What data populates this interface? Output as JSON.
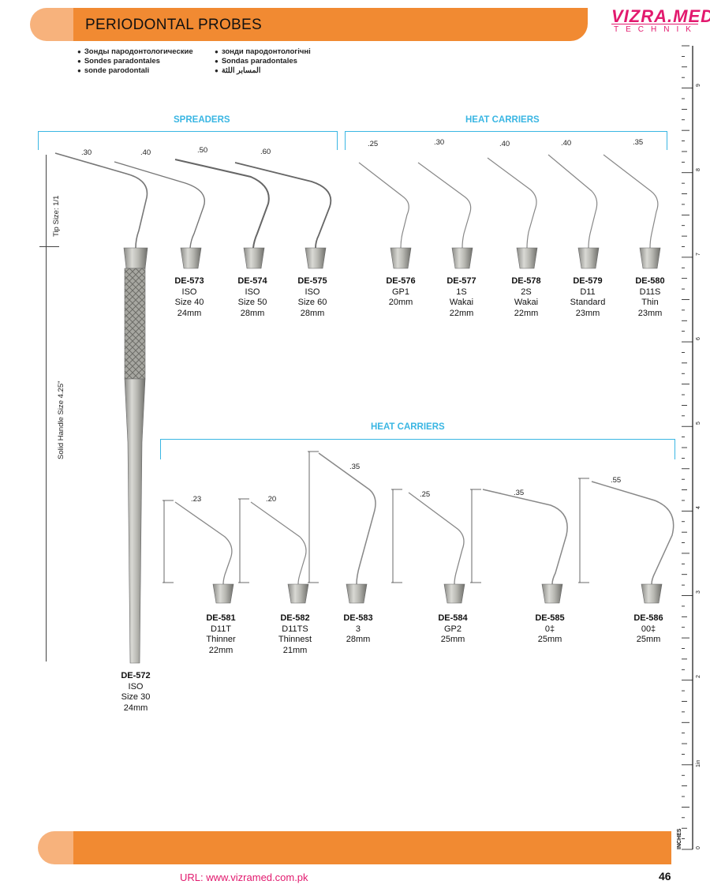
{
  "header": {
    "title": "PERIODONTAL PROBES",
    "logo_main": "VIZRA.MED",
    "logo_sub": "TECHNIK"
  },
  "translations": {
    "col1": [
      "Зонды пародонтологические",
      "Sondes paradontales",
      "sonde parodontali"
    ],
    "col2": [
      "зонди пародонтологічні",
      "Sondas paradontales",
      "المسابر اللثة"
    ]
  },
  "sections": {
    "spreaders": "SPREADERS",
    "heat_carriers_top": "HEAT CARRIERS",
    "heat_carriers_bottom": "HEAT CARRIERS"
  },
  "side_labels": {
    "tip_size": "Tip Size: 1/1",
    "handle_size": "Solid Handle Size 4.25\""
  },
  "handle_item": {
    "code": "DE-572",
    "lines": [
      "ISO",
      "Size 30",
      "24mm"
    ],
    "tip": ".30"
  },
  "spreaders": [
    {
      "code": "DE-573",
      "lines": [
        "ISO",
        "Size 40",
        "24mm"
      ],
      "tip": ".40"
    },
    {
      "code": "DE-574",
      "lines": [
        "ISO",
        "Size 50",
        "28mm"
      ],
      "tip": ".50"
    },
    {
      "code": "DE-575",
      "lines": [
        "ISO",
        "Size 60",
        "28mm"
      ],
      "tip": ".60"
    }
  ],
  "heat_carriers_top": [
    {
      "code": "DE-576",
      "lines": [
        "GP1",
        "20mm"
      ],
      "tip": ".25"
    },
    {
      "code": "DE-577",
      "lines": [
        "1S",
        "Wakai",
        "22mm"
      ],
      "tip": ".30"
    },
    {
      "code": "DE-578",
      "lines": [
        "2S",
        "Wakai",
        "22mm"
      ],
      "tip": ".40"
    },
    {
      "code": "DE-579",
      "lines": [
        "D11",
        "Standard",
        "23mm"
      ],
      "tip": ".40"
    },
    {
      "code": "DE-580",
      "lines": [
        "D11S",
        "Thin",
        "23mm"
      ],
      "tip": ".35"
    }
  ],
  "heat_carriers_bottom": [
    {
      "code": "DE-581",
      "lines": [
        "D11T",
        "Thinner",
        "22mm"
      ],
      "tip": ".23"
    },
    {
      "code": "DE-582",
      "lines": [
        "D11TS",
        "Thinnest",
        "21mm"
      ],
      "tip": ".20"
    },
    {
      "code": "DE-583",
      "lines": [
        "3",
        "28mm"
      ],
      "tip": ".35"
    },
    {
      "code": "DE-584",
      "lines": [
        "GP2",
        "25mm"
      ],
      "tip": ".25"
    },
    {
      "code": "DE-585",
      "lines": [
        "0‡",
        "25mm"
      ],
      "tip": ".35"
    },
    {
      "code": "DE-586",
      "lines": [
        "00‡",
        "25mm"
      ],
      "tip": ".55"
    }
  ],
  "ruler": {
    "unit_label": "INCHES",
    "numbers": [
      "9",
      "8",
      "7",
      "6",
      "5",
      "4",
      "3",
      "2",
      "1in",
      "0"
    ]
  },
  "footer": {
    "url": "URL: www.vizramed.com.pk",
    "page": "46"
  },
  "colors": {
    "orange": "#f18a32",
    "orange_light": "#f7b27c",
    "accent_blue": "#3ab6e3",
    "brand_pink": "#e2196e"
  }
}
